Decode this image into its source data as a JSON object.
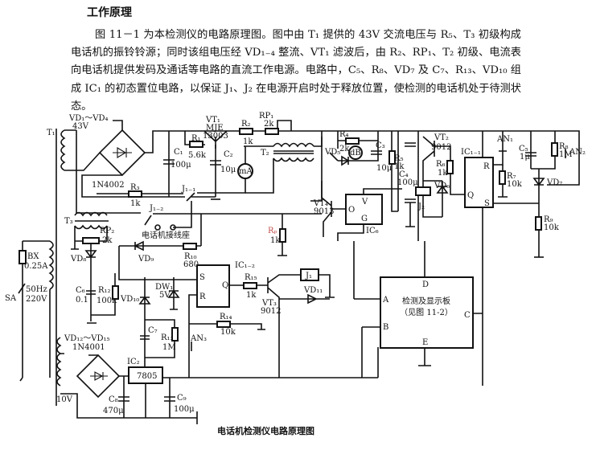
{
  "section_title": "工作原理",
  "paragraph": "图 11－1 为本检测仪的电路原理图。图中由 T₁ 提供的 43V 交流电压与 R₅、T₃ 初级构成电话机的振铃铃源；同时该组电压经 VD₁₋₄ 整流、VT₁ 滤波后，由 R₂、RP₁、T₂ 初级、电流表向电话机提供发码及通话等电路的直流工作电源。电路中，C₅、R₈、VD₇ 及 C₇、R₁₃、VD₁₀ 组成 IC₁ 的初态置位电路，以保证 J₁、J₂ 在电源开启时处于释放位置，使检测的电话机处于待测状态。",
  "caption": "电话机检测仪电路原理图",
  "labels": {
    "T1": "T₁",
    "VD1_4": "VD₁～VD₄",
    "v43": "43V",
    "C1": "C₁",
    "C1v": "100μ",
    "VT1": "VT₁",
    "VT1a": "MJE",
    "VT1b": "13003",
    "R1": "R₁",
    "R1v": "5.6k",
    "C2": "C₂",
    "C2v": "10μ",
    "R2": "R₂",
    "R2v": "1k",
    "RP1": "RP₁",
    "RP1v": "2k",
    "T2": "T₂",
    "mA": "mA",
    "d1": "1N4002",
    "R3": "R₃",
    "R3v": "1k",
    "J11": "J₁₋₁",
    "J12": "J₁₋₂",
    "T3": "T₃",
    "RP2": "RP₂",
    "RP2v": "2k",
    "jack": "电话机接线座",
    "VD8": "VD₈",
    "VD9": "VD₉",
    "R10": "R₁₀",
    "R10v": "680",
    "Rp": "Rₚ",
    "Rpv": "1k",
    "BX": "BX",
    "BXv": "0.25A",
    "SA": "SA",
    "hz": "50Hz",
    "v220": "220V",
    "C6": "C₆",
    "C6v": "0.1",
    "R12": "R₁₂",
    "R12v": "100k",
    "VD10": "VD₁₀",
    "DW1": "DW₁",
    "DW1v": "5V",
    "IC12": "IC₁₋₂",
    "S": "S",
    "R": "R",
    "Q": "Q",
    "R15": "R₁₅",
    "R15v": "1k",
    "VT3": "VT₃",
    "VT3v": "9012",
    "J1": "J₁",
    "VD11": "VD₁₁",
    "C7": "C₇",
    "R13": "R₁₃",
    "R13v": "1M",
    "R14": "R₁₄",
    "R14v": "10k",
    "AN3": "AN₃",
    "VD12_15": "VD₁₂～VD₁₅",
    "d2": "1N4001",
    "IC2": "IC₂",
    "reg": "7805",
    "v10": "10V",
    "C8": "C₈",
    "C8v": "470μ",
    "C9": "C₉",
    "C9v": "100μ",
    "R4": "R₄",
    "R4v": "2k",
    "dB": "dB",
    "VD5": "VD₅",
    "C3": "C₃",
    "C3v": "10μ",
    "R5": "R₅",
    "R5v": "1k",
    "C4": "C₄",
    "C4v": "100μ",
    "VT2": "VT₂",
    "VT2v": "9012",
    "R6": "R₆",
    "R6v": "1k",
    "VD6": "VD₆",
    "J2": "J₂",
    "VT4": "VT₄",
    "VT4v": "9013",
    "V": "V",
    "O": "O",
    "G": "G",
    "IC6": "IC₆",
    "IC11": "IC₁₋₁",
    "R11": "R",
    "Q11": "Q",
    "S11": "S",
    "AN1": "AN₁",
    "C5": "C₅",
    "C5v": "1μ",
    "R8": "R₈",
    "R8v": "1M",
    "R7": "R₇",
    "R7v": "10k",
    "VD7": "VD₇",
    "AN2": "AN₂",
    "R9": "R₉",
    "R9v": "10k",
    "board1": "检测及显示板",
    "board2": "（见图 11-2）",
    "pA": "A",
    "pB": "B",
    "pC": "C",
    "pD": "D",
    "pE": "E"
  },
  "colors": {
    "ink": "#111111",
    "rp_label": "#c0504d"
  }
}
